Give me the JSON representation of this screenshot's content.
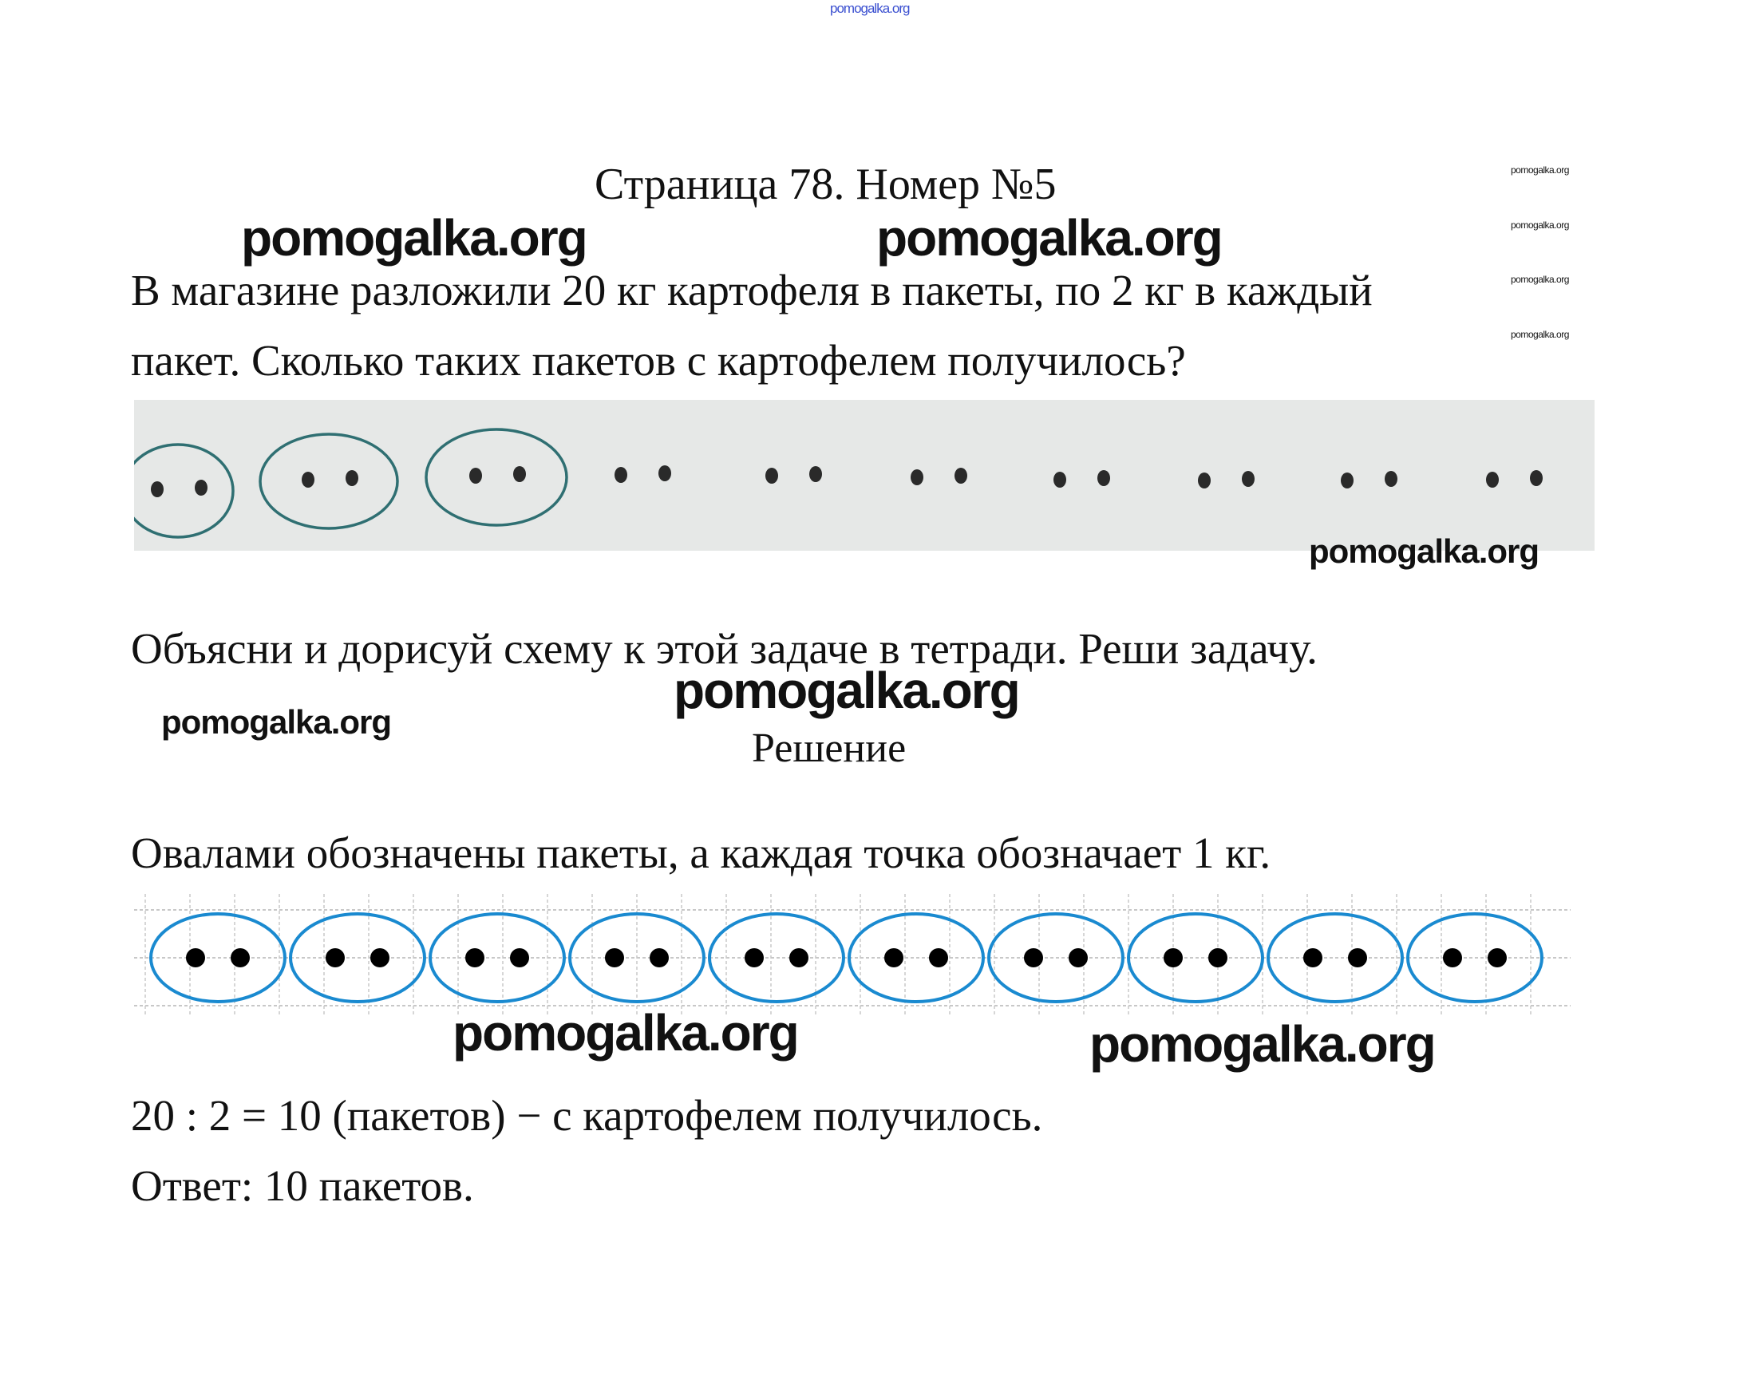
{
  "watermark": "pomogalka.org",
  "title": "Страница 78. Номер №5",
  "problem": {
    "line1": "В магазине разложили 20 кг картофеля в пакеты, по 2 кг в каждый",
    "line2": "пакет. Сколько таких пакетов с картофелем получилось?"
  },
  "task": "Объясни и дорисуй схему к этой задаче в тетради. Реши задачу.",
  "solution_heading": "Решение",
  "explanation": "Овалами обозначены пакеты, а каждая точка обозначает 1 кг.",
  "equation": "20 : 2 = 10 (пакетов) − с картофелем получилось.",
  "answer": "Ответ: 10 пакетов.",
  "diagrams": {
    "given": {
      "total_dots": 20,
      "circled_pairs": 3,
      "oval_color": "#2f6f72"
    },
    "solution": {
      "total_dots": 20,
      "circled_pairs": 10,
      "oval_color": "#1a8ad0"
    }
  }
}
